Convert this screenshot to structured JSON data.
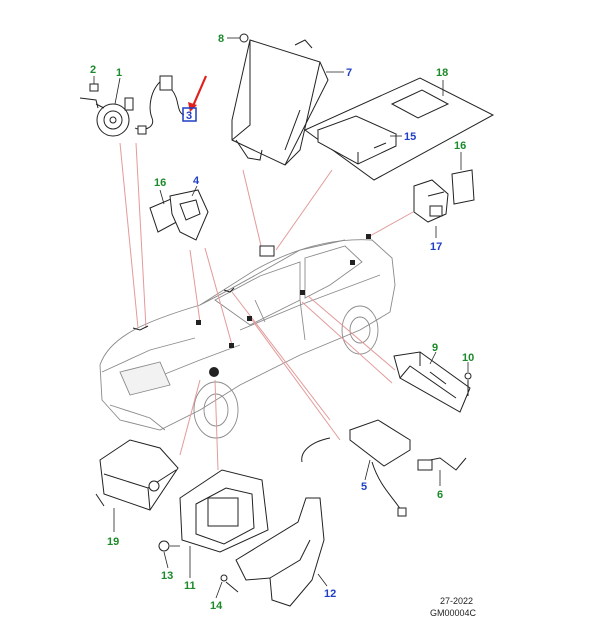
{
  "callouts": {
    "c1": "1",
    "c2": "2",
    "c3": "3",
    "c4": "4",
    "c5": "5",
    "c6": "6",
    "c7": "7",
    "c8": "8",
    "c9": "9",
    "c10": "10",
    "c11": "11",
    "c12": "12",
    "c13": "13",
    "c14": "14",
    "c15": "15",
    "c16a": "16",
    "c16b": "16",
    "c17": "17",
    "c18": "18",
    "c19": "19"
  },
  "footer": {
    "date": "27-2022",
    "code": "GM00004C"
  },
  "colors": {
    "green_label": "#1b8a2a",
    "blue_label": "#1f3fc4",
    "highlight_arrow": "#e0201c",
    "highlight_box": "#1f3fc4",
    "guide_line": "#e39a9a"
  }
}
